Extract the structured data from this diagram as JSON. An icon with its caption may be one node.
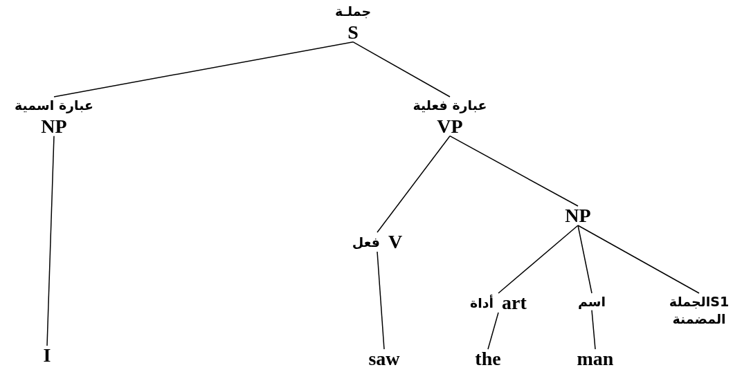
{
  "diagram": {
    "nodes": [
      {
        "text": [
          "جملـة",
          "S"
        ]
      },
      {
        "text": [
          "عبارة اسمية",
          "NP"
        ]
      },
      {
        "text": [
          "عبارة فعلية",
          "VP"
        ]
      },
      {
        "text": [
          "V",
          "فعل"
        ]
      },
      {
        "text": [
          "NP"
        ]
      },
      {
        "text": [
          "art",
          "أداة"
        ]
      },
      {
        "text": [
          "اسم"
        ]
      },
      {
        "text": [
          "S1الجملة المضمنة"
        ]
      },
      {
        "text": [
          "I"
        ]
      },
      {
        "text": [
          "saw"
        ]
      },
      {
        "text": [
          "the"
        ]
      },
      {
        "text": [
          "man"
        ]
      }
    ],
    "edges": [
      {
        "from": 0,
        "to": 1,
        "arrow": "none"
      },
      {
        "from": 0,
        "to": 2,
        "arrow": "none"
      },
      {
        "from": 1,
        "to": 8,
        "arrow": "none"
      },
      {
        "from": 2,
        "to": 3,
        "arrow": "none"
      },
      {
        "from": 2,
        "to": 4,
        "arrow": "none"
      },
      {
        "from": 3,
        "to": 9,
        "arrow": "none"
      },
      {
        "from": 4,
        "to": 5,
        "arrow": "none"
      },
      {
        "from": 4,
        "to": 6,
        "arrow": "none"
      },
      {
        "from": 4,
        "to": 7,
        "arrow": "none"
      },
      {
        "from": 5,
        "to": 10,
        "arrow": "none"
      },
      {
        "from": 6,
        "to": 11,
        "arrow": "none"
      }
    ]
  }
}
